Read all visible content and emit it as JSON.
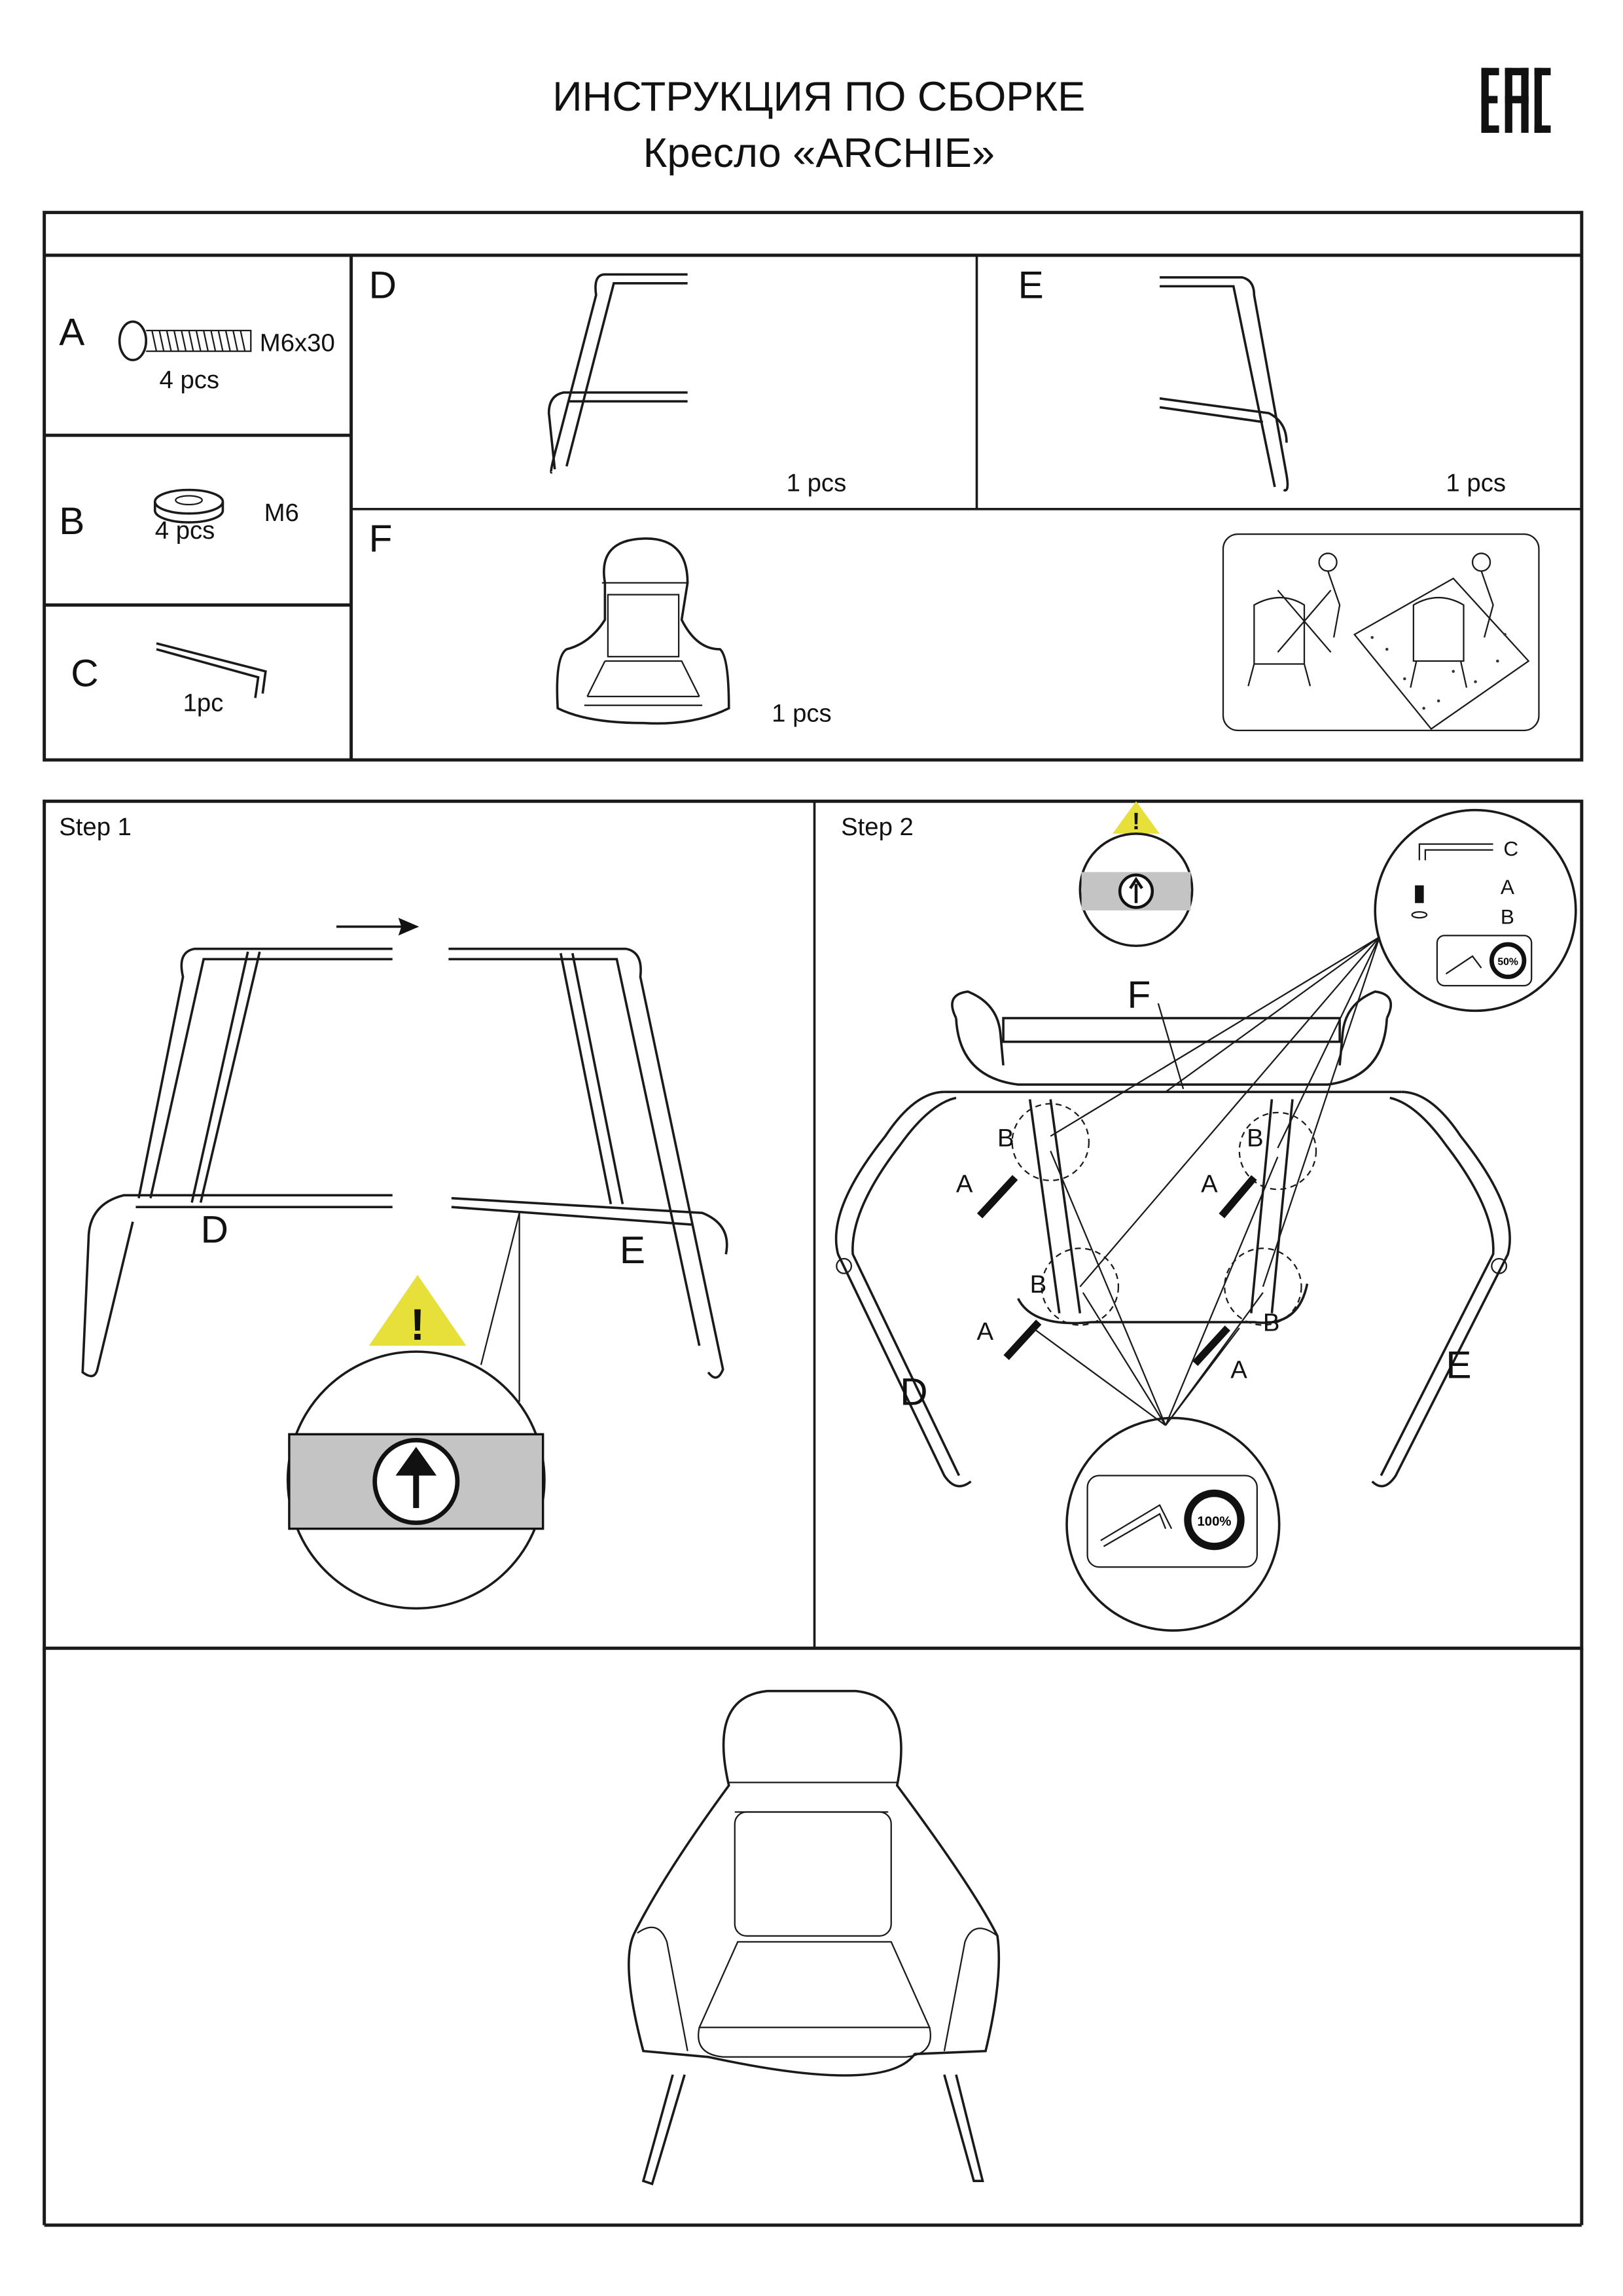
{
  "header": {
    "title": "ИНСТРУКЦИЯ ПО СБОРКЕ",
    "subtitle": "Кресло «ARCHIE»",
    "logo": "EAC"
  },
  "parts": {
    "a": {
      "letter": "A",
      "size": "M6x30",
      "qty": "4 pcs"
    },
    "b": {
      "letter": "B",
      "size": "M6",
      "qty": "4 pcs"
    },
    "c": {
      "letter": "C",
      "qty": "1pc"
    },
    "d": {
      "letter": "D",
      "qty": "1 pcs"
    },
    "e": {
      "letter": "E",
      "qty": "1 pcs"
    },
    "f": {
      "letter": "F",
      "qty": "1 pcs"
    }
  },
  "step1": {
    "title": "Step 1",
    "label_d": "D",
    "label_e": "E",
    "warning": "!"
  },
  "step2": {
    "title": "Step 2",
    "label_f": "F",
    "label_d": "D",
    "label_e": "E",
    "label_a": "A",
    "label_b": "B",
    "warning": "!",
    "inset_c": "C",
    "inset_a": "A",
    "inset_b": "B",
    "torque_partial": "50%",
    "torque_full": "100%"
  },
  "colors": {
    "warning": "#e8e03a",
    "band": "#c4c4c4",
    "line": "#1a1a1a"
  }
}
